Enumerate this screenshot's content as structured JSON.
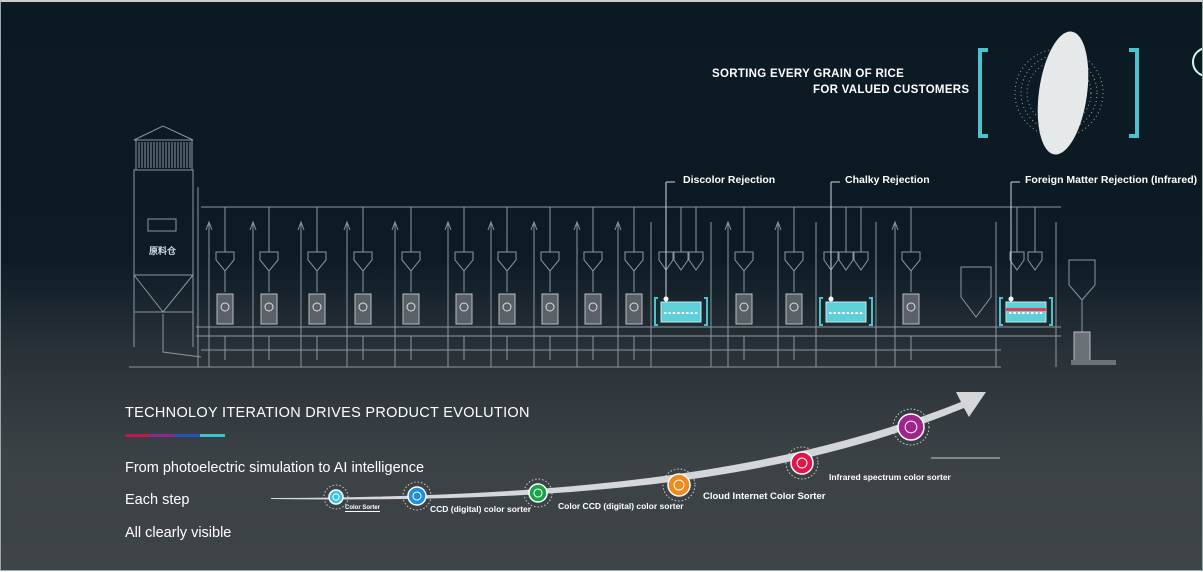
{
  "tagline": {
    "line1": "SORTING EVERY GRAIN OF RICE",
    "line2": "FOR VALUED CUSTOMERS"
  },
  "diagram": {
    "silo_label": "原料仓",
    "rejections": [
      "Discolor Rejection",
      "Chalky Rejection",
      "Foreign Matter Rejection (Infrared)"
    ]
  },
  "evolution": {
    "headline": "TECHNOLOY ITERATION DRIVES PRODUCT EVOLUTION",
    "lines": [
      "From photoelectric simulation to AI intelligence",
      "Each step",
      "All clearly visible"
    ],
    "stages": [
      {
        "label": "Color Sorter",
        "icon": "eye-icon",
        "color": "#3cc4dc"
      },
      {
        "label": "CCD (digital) color sorter",
        "icon": "ccd-icon",
        "color": "#1e8fe0"
      },
      {
        "label": "Color CCD (digital) color sorter",
        "icon": "color-ccd-icon",
        "color": "#1aa34a"
      },
      {
        "label": "Cloud Internet Color Sorter",
        "icon": "cloud-icon",
        "color": "#f08a1c"
      },
      {
        "label": "Infrared spectrum color sorter",
        "icon": "infrared-icon",
        "color": "#e0164a"
      },
      {
        "label": "",
        "icon": "ai-chip-icon",
        "color": "#a0248c"
      }
    ]
  },
  "colors": {
    "accent": "#4cc3cc",
    "line": "#8a98a0"
  }
}
